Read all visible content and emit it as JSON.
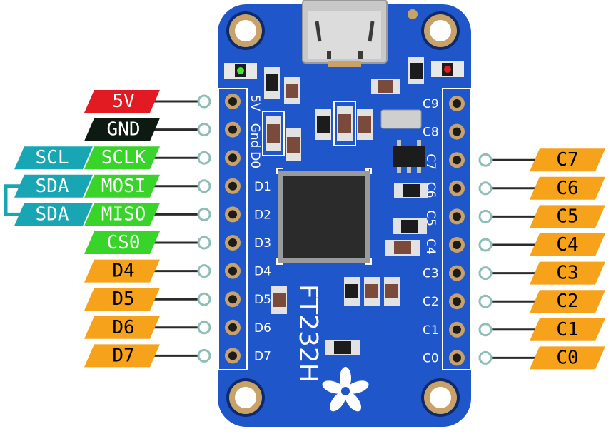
{
  "board": {
    "name": "FT232H",
    "colors": {
      "pcb": "#1f56c9",
      "pcb_dark": "#1746a8",
      "power": "#e21b23",
      "ground": "#0d1a12",
      "spi": "#38d42a",
      "i2c": "#18a6b5",
      "gpio": "#f7a21b",
      "wire": "#2b2b2b",
      "pad": "#c9a26a"
    }
  },
  "left_labels": [
    {
      "pin": "5V",
      "primary": "5V",
      "kind": "power"
    },
    {
      "pin": "Gnd",
      "primary": "GND",
      "kind": "ground"
    },
    {
      "pin": "D0",
      "primary": "SCLK",
      "kind": "spi",
      "secondary": "SCL"
    },
    {
      "pin": "D1",
      "primary": "MOSI",
      "kind": "spi",
      "secondary": "SDA"
    },
    {
      "pin": "D2",
      "primary": "MISO",
      "kind": "spi",
      "secondary": "SDA"
    },
    {
      "pin": "D3",
      "primary": "CS0",
      "kind": "spi"
    },
    {
      "pin": "D4",
      "primary": "D4",
      "kind": "gpio"
    },
    {
      "pin": "D5",
      "primary": "D5",
      "kind": "gpio"
    },
    {
      "pin": "D6",
      "primary": "D6",
      "kind": "gpio"
    },
    {
      "pin": "D7",
      "primary": "D7",
      "kind": "gpio"
    }
  ],
  "right_labels": [
    {
      "pin": "C9"
    },
    {
      "pin": "C8"
    },
    {
      "pin": "C7",
      "primary": "C7",
      "kind": "gpio"
    },
    {
      "pin": "C6",
      "primary": "C6",
      "kind": "gpio"
    },
    {
      "pin": "C5",
      "primary": "C5",
      "kind": "gpio"
    },
    {
      "pin": "C4",
      "primary": "C4",
      "kind": "gpio"
    },
    {
      "pin": "C3",
      "primary": "C3",
      "kind": "gpio"
    },
    {
      "pin": "C2",
      "primary": "C2",
      "kind": "gpio"
    },
    {
      "pin": "C1",
      "primary": "C1",
      "kind": "gpio"
    },
    {
      "pin": "C0",
      "primary": "C0",
      "kind": "gpio"
    }
  ]
}
